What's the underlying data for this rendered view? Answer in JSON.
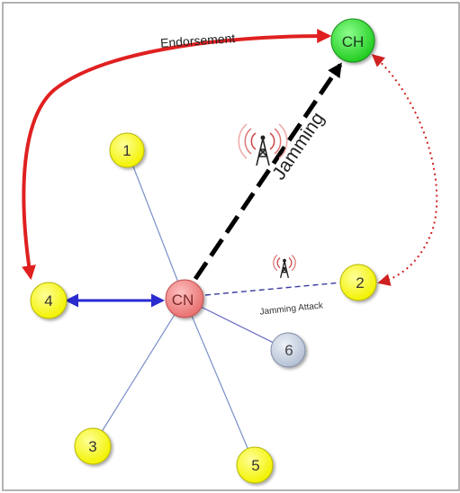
{
  "colors": {
    "frame": "#9a9a9a",
    "ch_fill": "#39e639",
    "cn_fill": "#f08a8a",
    "member_fill": "#ffff1a",
    "idle_fill": "#c8d2e0",
    "endorsement": "#e02020",
    "jamming_line": "#000000",
    "link_blue": "#2a2ad0",
    "thin_link": "#7a8fc8",
    "dotted_red": "#d02020",
    "tower": "#bb2222"
  },
  "nodes": {
    "ch": "CH",
    "cn": "CN",
    "n1": "1",
    "n2": "2",
    "n3": "3",
    "n4": "4",
    "n5": "5",
    "n6": "6"
  },
  "labels": {
    "endorsement": "Endorsement",
    "jamming": "Jamming",
    "jamming_attack": "Jamming Attack"
  },
  "icons": {
    "main_tower": "radio-tower-icon",
    "small_tower": "radio-tower-icon"
  }
}
